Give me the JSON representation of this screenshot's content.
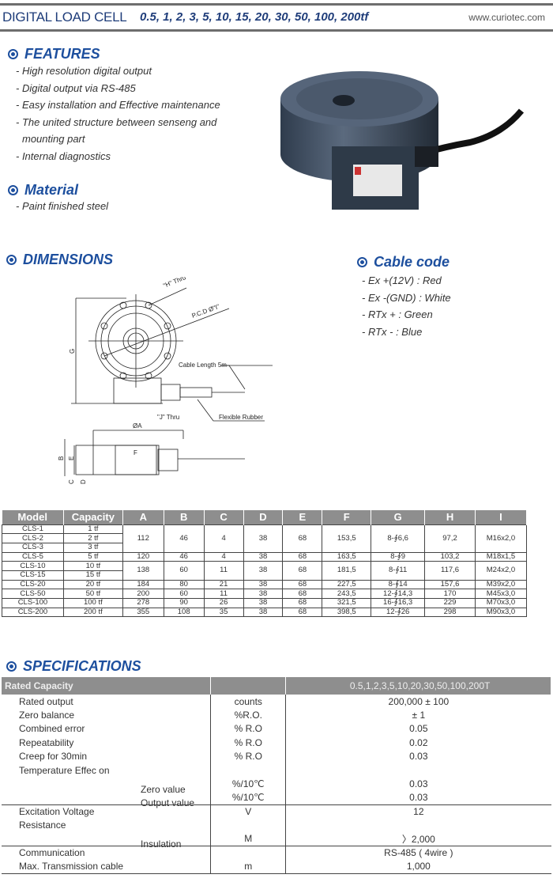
{
  "header": {
    "title": "DIGITAL LOAD CELL",
    "capacities": "0.5, 1, 2, 3, 5, 10, 15, 20, 30, 50, 100, 200tf",
    "url": "www.curiotec.com"
  },
  "features": {
    "heading": "FEATURES",
    "items": [
      "- High resolution digital output",
      "- Digital output via RS-485",
      "- Easy installation and Effective maintenance",
      "- The united structure between senseng and",
      "  mounting part",
      "- Internal diagnostics"
    ]
  },
  "material": {
    "heading": "Material",
    "items": [
      "- Paint finished steel"
    ]
  },
  "dimensions": {
    "heading": "DIMENSIONS",
    "labels": {
      "h_thru": "\"H\" Thru",
      "pcd": "P.C.D Ø\"I\"",
      "g": "G",
      "cable": "Cable Length 5m",
      "rubber": "Flexible Rubber",
      "j_thru": "\"J\" Thru",
      "a": "ØA",
      "b": "B",
      "e": "E",
      "f": "F",
      "c": "C",
      "d": "D"
    }
  },
  "cable_code": {
    "heading": "Cable code",
    "items": [
      "- Ex +(12V) : Red",
      "- Ex -(GND) : White",
      "- RTx + : Green",
      "- RTx - : Blue"
    ]
  },
  "dim_table": {
    "headers": [
      "Model",
      "Capacity",
      "A",
      "B",
      "C",
      "D",
      "E",
      "F",
      "G",
      "H",
      "I"
    ],
    "groups": [
      {
        "models": [
          "CLS-1",
          "CLS-2",
          "CLS-3"
        ],
        "caps": [
          "1 tf",
          "2 tf",
          "3 tf"
        ],
        "values": [
          "112",
          "46",
          "4",
          "38",
          "68",
          "153,5",
          "8-∮6,6",
          "97,2",
          "M16x2,0"
        ]
      },
      {
        "models": [
          "CLS-5"
        ],
        "caps": [
          "5 tf"
        ],
        "values": [
          "120",
          "46",
          "4",
          "38",
          "68",
          "163,5",
          "8-∮9",
          "103,2",
          "M18x1,5"
        ]
      },
      {
        "models": [
          "CLS-10",
          "CLS-15"
        ],
        "caps": [
          "10 tf",
          "15 tf"
        ],
        "values": [
          "138",
          "60",
          "11",
          "38",
          "68",
          "181,5",
          "8-∮11",
          "117,6",
          "M24x2,0"
        ]
      },
      {
        "models": [
          "CLS-20"
        ],
        "caps": [
          "20 tf"
        ],
        "values": [
          "184",
          "80",
          "21",
          "38",
          "68",
          "227,5",
          "8-∮14",
          "157,6",
          "M39x2,0"
        ]
      },
      {
        "models": [
          "CLS-50"
        ],
        "caps": [
          "50 tf"
        ],
        "values": [
          "200",
          "60",
          "11",
          "38",
          "68",
          "243,5",
          "12-∮14,3",
          "170",
          "M45x3,0"
        ]
      },
      {
        "models": [
          "CLS-100"
        ],
        "caps": [
          "100 tf"
        ],
        "values": [
          "278",
          "90",
          "26",
          "38",
          "68",
          "321,5",
          "16-∮16,3",
          "229",
          "M70x3,0"
        ]
      },
      {
        "models": [
          "CLS-200"
        ],
        "caps": [
          "200 tf"
        ],
        "values": [
          "355",
          "108",
          "35",
          "38",
          "68",
          "398,5",
          "12-∮26",
          "298",
          "M90x3,0"
        ]
      }
    ]
  },
  "specifications": {
    "heading": "SPECIFICATIONS",
    "header": [
      "Rated Capacity",
      "",
      "0.5,1,2,3,5,10,20,30,50,100,200T"
    ],
    "groups": [
      [
        {
          "label": "Rated output",
          "sub": "",
          "unit": "counts",
          "value": "200,000 ± 100"
        },
        {
          "label": "Zero balance",
          "sub": "",
          "unit": "%R.O.",
          "value": "± 1"
        },
        {
          "label": "Combined error",
          "sub": "",
          "unit": "% R.O",
          "value": "0.05"
        },
        {
          "label": "Repeatability",
          "sub": "",
          "unit": "% R.O",
          "value": "0.02"
        },
        {
          "label": "Creep for 30min",
          "sub": "",
          "unit": "% R.O",
          "value": "0.03"
        },
        {
          "label": "Temperature Effec on",
          "sub": "",
          "unit": "",
          "value": ""
        },
        {
          "label": "",
          "sub": "Zero value",
          "unit": "%/10℃",
          "value": "0.03"
        },
        {
          "label": "",
          "sub": "Output value",
          "unit": "%/10℃",
          "value": "0.03"
        }
      ],
      [
        {
          "label": "Excitation Voltage",
          "sub": "",
          "unit": "V",
          "value": "12"
        },
        {
          "label": "Resistance",
          "sub": "",
          "unit": "",
          "value": ""
        },
        {
          "label": "",
          "sub": "Insulation",
          "unit": "M",
          "value": "〉2,000"
        }
      ],
      [
        {
          "label": "Communication",
          "sub": "",
          "unit": "",
          "value": "RS-485 ( 4wire )"
        },
        {
          "label": "Max. Transmission cable",
          "sub": "",
          "unit": "m",
          "value": "1,000"
        }
      ]
    ]
  }
}
